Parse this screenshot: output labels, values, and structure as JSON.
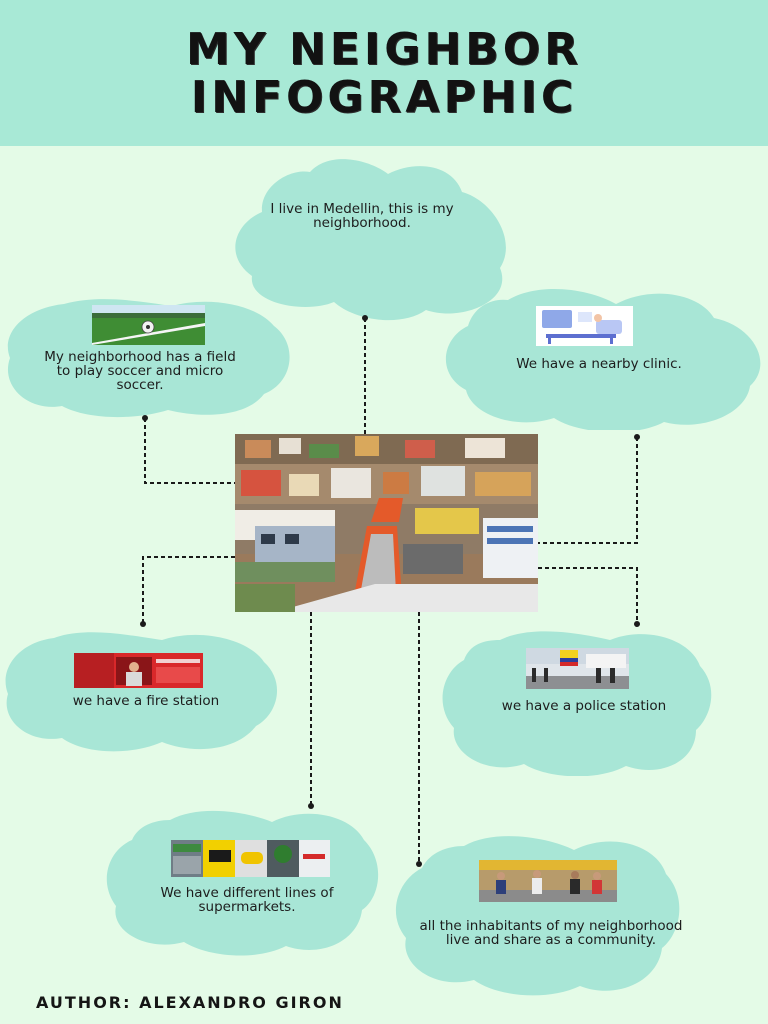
{
  "header": {
    "title_line1": "MY NEIGHBOR",
    "title_line2": "INFOGRAPHIC"
  },
  "cards": {
    "intro": "I live in Medellin, this is my neighborhood.",
    "soccer": "My neighborhood has a field to play soccer and micro soccer.",
    "clinic": "We have a nearby clinic.",
    "fire": "we have a fire station",
    "police": "we have a police station",
    "supermarkets": "We have different lines of supermarkets.",
    "community": "all the inhabitants of my neighborhood live and share as a community."
  },
  "footer": {
    "author": "AUTHOR: ALEXANDRO GIRON"
  },
  "colors": {
    "header_bg": "#a8e9d6",
    "page_bg": "#e4fbe7",
    "blob_fill": "#a8e6d6",
    "connector": "#1a1a1a"
  }
}
